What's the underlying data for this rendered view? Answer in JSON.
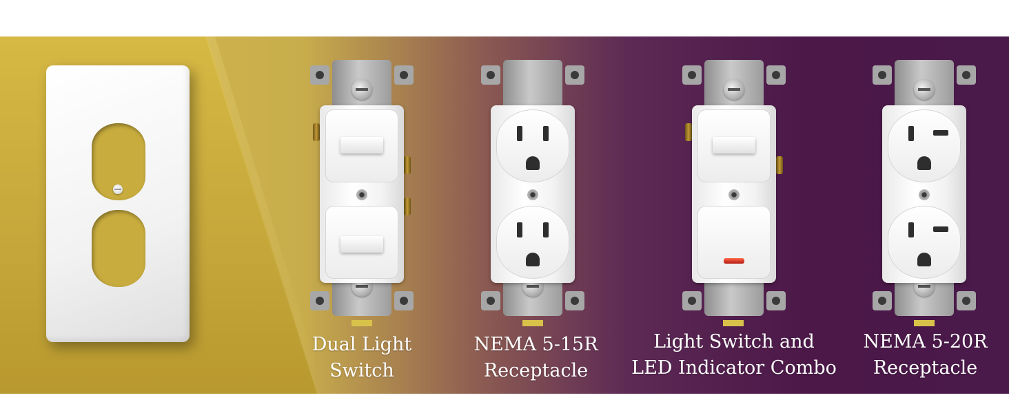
{
  "colors": {
    "accent_bar": "#d9c24a",
    "label_text": "#ffffff",
    "gold": "#d4b848",
    "purple": "#4b1848"
  },
  "products": [
    {
      "name": "dual-light-switch",
      "label_lines": [
        "Dual Light",
        "Switch"
      ]
    },
    {
      "name": "nema-5-15r-receptacle",
      "label_lines": [
        "NEMA 5-15R",
        "Receptacle"
      ]
    },
    {
      "name": "light-switch-led-combo",
      "label_lines": [
        "Light Switch and",
        "LED Indicator Combo"
      ]
    },
    {
      "name": "nema-5-20r-receptacle",
      "label_lines": [
        "NEMA 5-20R",
        "Receptacle"
      ]
    }
  ]
}
